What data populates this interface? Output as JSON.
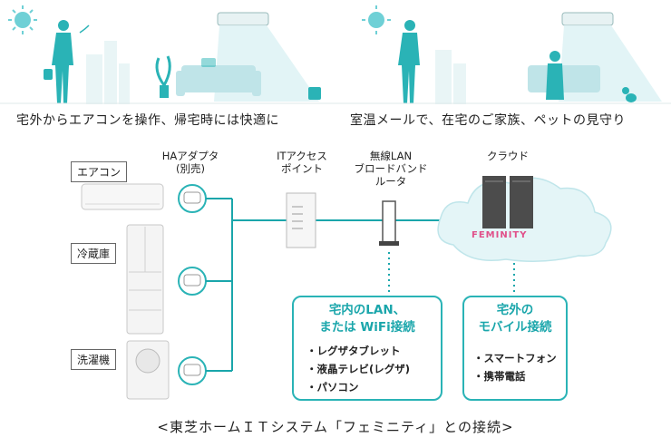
{
  "captions": {
    "left": "宅外からエアコンを操作、帰宅時には快適に",
    "right": "室温メールで、在宅のご家族、ペットの見守り"
  },
  "appliances": [
    {
      "label": "エアコン"
    },
    {
      "label": "冷蔵庫"
    },
    {
      "label": "洗濯機"
    }
  ],
  "headers": {
    "ha_adapter": [
      "HAアダプタ",
      "(別売)"
    ],
    "it_access_point": [
      "ITアクセス",
      "ポイント"
    ],
    "router": [
      "無線LAN",
      "ブロードバンド",
      "ルータ"
    ],
    "cloud": [
      "クラウド"
    ]
  },
  "cloud_logo": "FEMINITY",
  "boxes": {
    "home": {
      "title": [
        "宅内のLAN、",
        "または WiFi接続"
      ],
      "items": [
        "・レグザタブレット",
        "・液晶テレビ(レグザ)",
        "・パソコン"
      ]
    },
    "mobile": {
      "title": [
        "宅外の",
        "モバイル接続"
      ],
      "items": [
        "・スマートフォン",
        "・携帯電話"
      ]
    }
  },
  "footer": "<東芝ホームＩＴシステム「フェミニティ」との接続>",
  "colors": {
    "accent": "#2ab3b6",
    "line": "#1aa6ab",
    "sun": "#6fd0d6"
  }
}
